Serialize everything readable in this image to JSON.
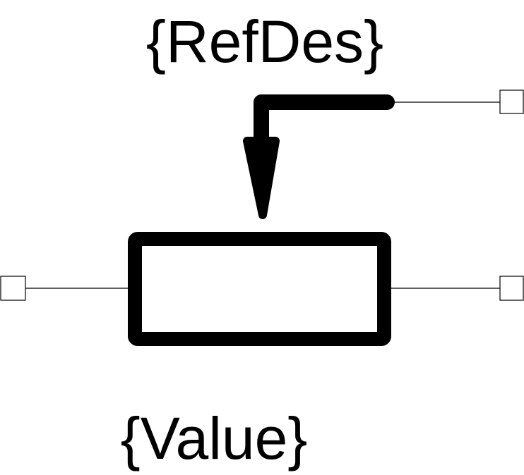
{
  "symbol": {
    "refdes_label": "{RefDes}",
    "value_label": "{Value}"
  },
  "colors": {
    "stroke": "#000000",
    "background": "#ffffff"
  },
  "pins": [
    {
      "name": "left-terminal",
      "side": "left"
    },
    {
      "name": "right-terminal",
      "side": "right"
    },
    {
      "name": "wiper-terminal",
      "side": "right-top"
    }
  ]
}
